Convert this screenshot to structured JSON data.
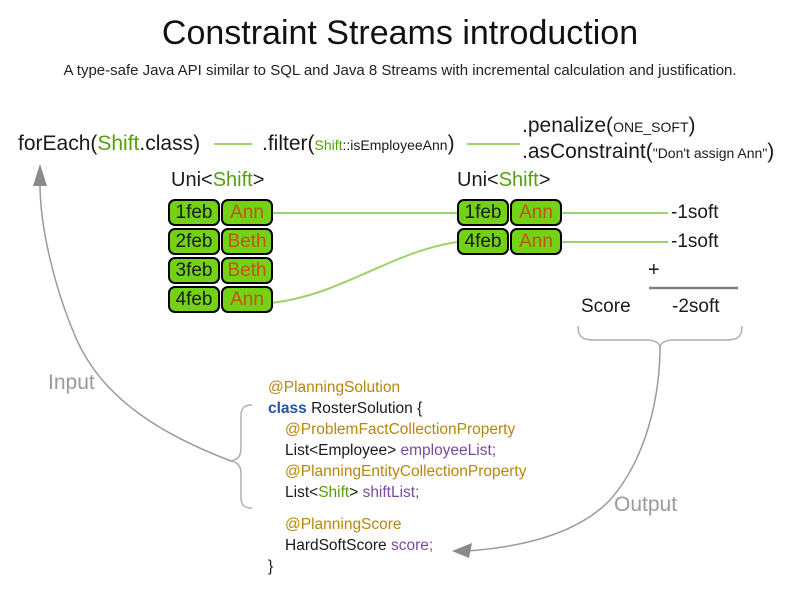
{
  "title": "Constraint Streams introduction",
  "subtitle": "A type-safe Java API similar to SQL and Java 8 Streams with incremental calculation and justification.",
  "flow": {
    "foreach_pre": "forEach(",
    "foreach_type": "Shift",
    "foreach_post": ".class)",
    "filter_pre": ".filter(",
    "filter_arg_type": "Shift",
    "filter_arg_rest": "::isEmployeeAnn",
    "filter_post": ")",
    "penalize_pre": ".penalize(",
    "penalize_arg": "ONE_SOFT",
    "penalize_post": ")",
    "asconstraint_pre": ".asConstraint(",
    "asconstraint_arg": "\"Don't assign Ann\"",
    "asconstraint_post": ")"
  },
  "streams": {
    "left": {
      "label_pre": "Uni<",
      "label_type": "Shift",
      "label_post": ">",
      "rows": [
        {
          "date": "1feb",
          "employee": "Ann"
        },
        {
          "date": "2feb",
          "employee": "Beth"
        },
        {
          "date": "3feb",
          "employee": "Beth"
        },
        {
          "date": "4feb",
          "employee": "Ann"
        }
      ]
    },
    "right": {
      "label_pre": "Uni<",
      "label_type": "Shift",
      "label_post": ">",
      "rows": [
        {
          "date": "1feb",
          "employee": "Ann"
        },
        {
          "date": "4feb",
          "employee": "Ann"
        }
      ]
    }
  },
  "penalties": [
    "-1soft",
    "-1soft"
  ],
  "score": {
    "plus": "+",
    "label": "Score",
    "total": "-2soft"
  },
  "annotations": {
    "input": "Input",
    "output": "Output"
  },
  "code": {
    "lines": [
      {
        "indent": 0,
        "segments": [
          {
            "t": "@PlanningSolution",
            "c": "gold"
          }
        ]
      },
      {
        "indent": 0,
        "segments": [
          {
            "t": "class",
            "c": "blue"
          },
          {
            "t": " RosterSolution {",
            "c": "black"
          }
        ]
      },
      {
        "indent": 1,
        "segments": [
          {
            "t": "@ProblemFactCollectionProperty",
            "c": "gold"
          }
        ]
      },
      {
        "indent": 1,
        "segments": [
          {
            "t": "List<Employee> ",
            "c": "black"
          },
          {
            "t": "employeeList;",
            "c": "purple"
          }
        ]
      },
      {
        "indent": 1,
        "segments": [
          {
            "t": "@PlanningEntityCollectionProperty",
            "c": "gold"
          }
        ]
      },
      {
        "indent": 1,
        "segments": [
          {
            "t": "List<",
            "c": "black"
          },
          {
            "t": "Shift",
            "c": "green"
          },
          {
            "t": "> ",
            "c": "black"
          },
          {
            "t": "shiftList;",
            "c": "purple"
          }
        ]
      },
      {
        "blank": true,
        "segments": []
      },
      {
        "indent": 1,
        "segments": [
          {
            "t": "@PlanningScore",
            "c": "gold"
          }
        ]
      },
      {
        "indent": 1,
        "segments": [
          {
            "t": "HardSoftScore ",
            "c": "black"
          },
          {
            "t": "score;",
            "c": "purple"
          }
        ]
      },
      {
        "indent": 0,
        "segments": [
          {
            "t": "}",
            "c": "black"
          }
        ]
      }
    ]
  },
  "colors": {
    "text_black": "#1a1a1a",
    "accent_green_text": "#55a012",
    "cell_green": "#73d216",
    "cell_border": "#000000",
    "employee_orange": "#c65311",
    "connector_green": "#9fd36a",
    "annotation_gold": "#b8860b",
    "keyword_blue": "#2456a4",
    "field_purple": "#7a4a9e",
    "muted_gray": "#9a9a9a",
    "sum_line_gray": "#808080"
  }
}
